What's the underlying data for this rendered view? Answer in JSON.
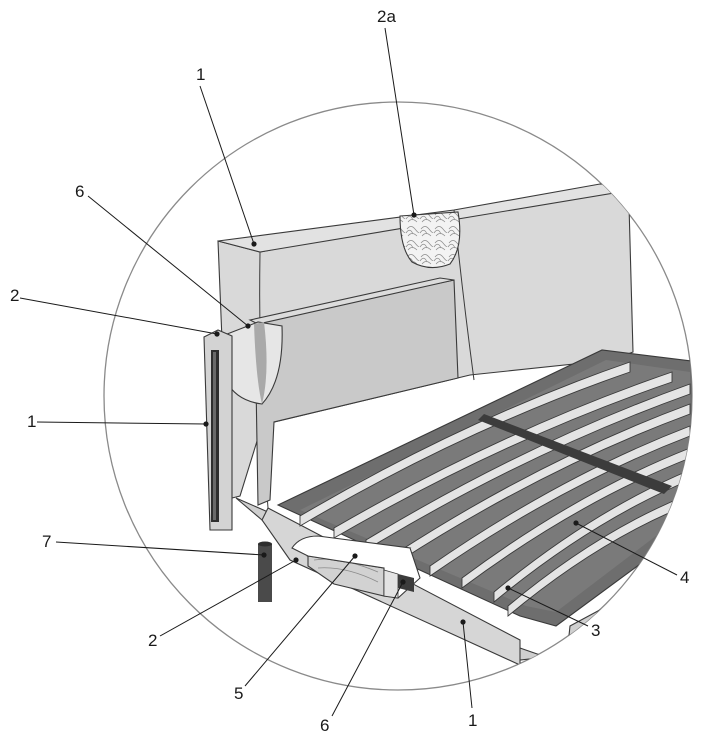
{
  "figure": {
    "colors": {
      "circle_stroke": "#8a8a8a",
      "panel_light": "#d9d9d9",
      "panel_mid": "#cfcfcf",
      "panel_dark": "#bdbdbd",
      "frame_dark": "#6e6e6e",
      "slat_light": "#e4e4e4",
      "slat_dark": "#3c3c3c",
      "wood": "#d2d2d2",
      "leg": "#4a4a4a",
      "outline": "#3a3a3a"
    },
    "callouts": [
      {
        "id": "c1",
        "label": "1"
      },
      {
        "id": "c2a",
        "label": "2a"
      },
      {
        "id": "c6",
        "label": "6"
      },
      {
        "id": "c2",
        "label": "2"
      },
      {
        "id": "c1b",
        "label": "1"
      },
      {
        "id": "c7",
        "label": "7"
      },
      {
        "id": "c4",
        "label": "4"
      },
      {
        "id": "c3",
        "label": "3"
      },
      {
        "id": "c2b",
        "label": "2"
      },
      {
        "id": "c5",
        "label": "5"
      },
      {
        "id": "c6b",
        "label": "6"
      },
      {
        "id": "c1c",
        "label": "1"
      }
    ]
  }
}
